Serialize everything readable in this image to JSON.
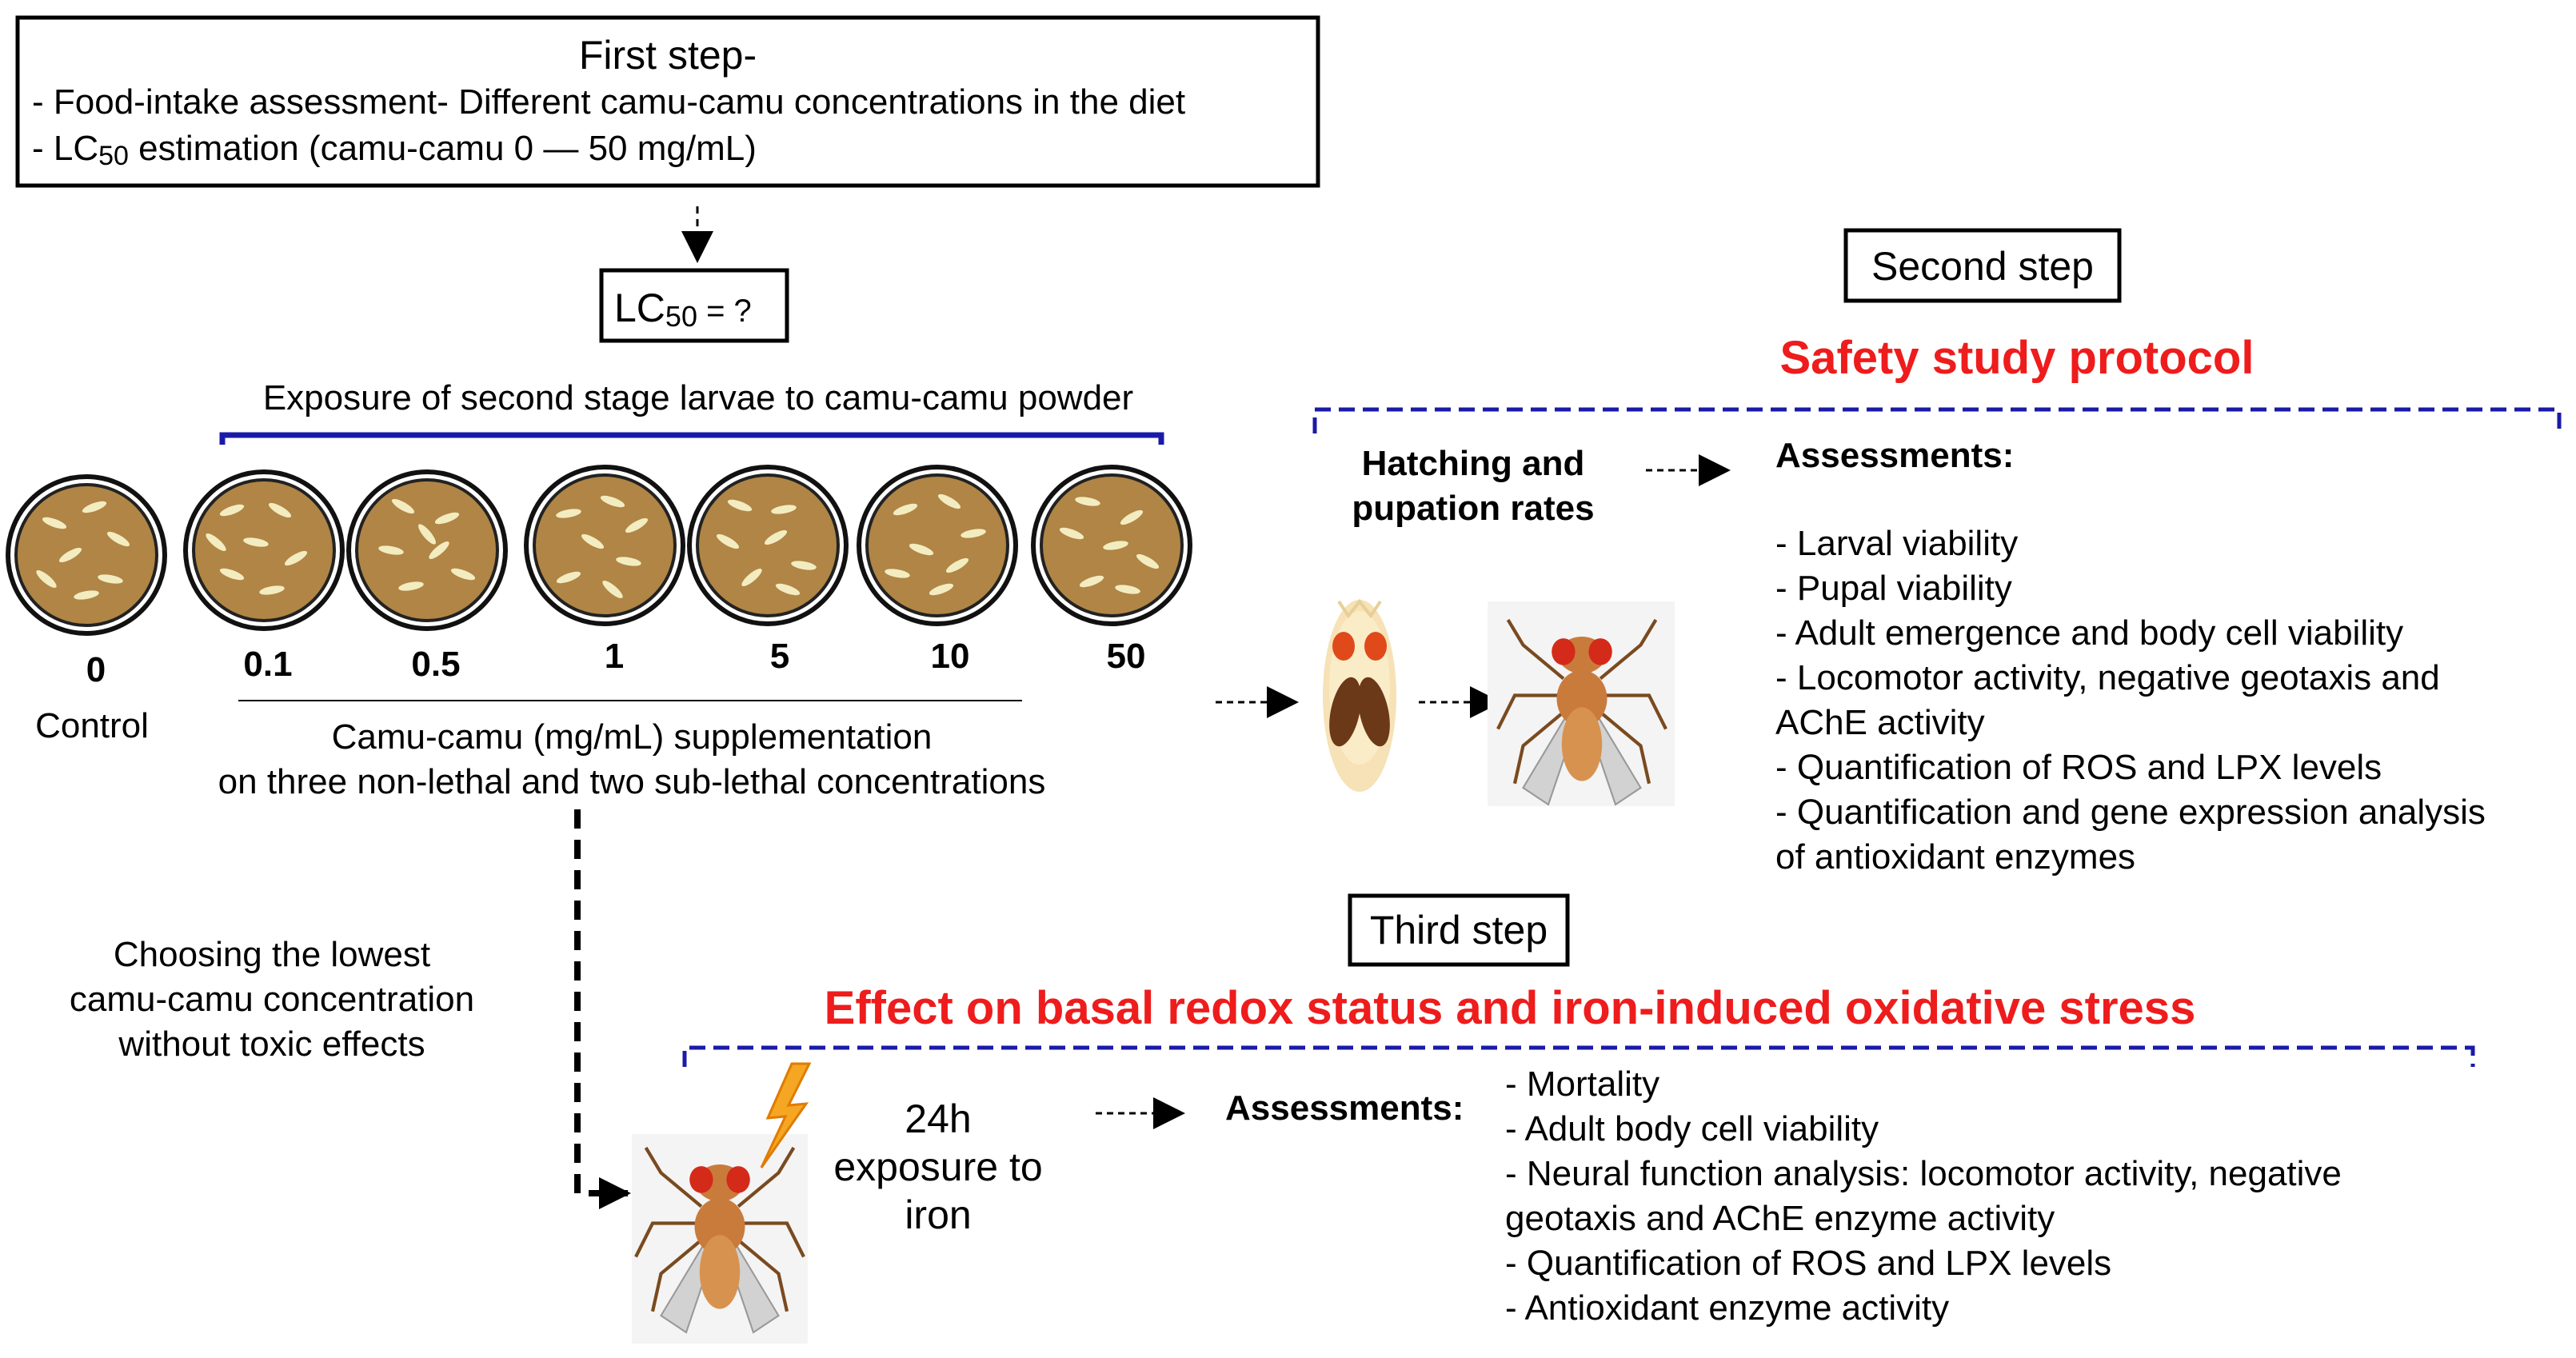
{
  "first_step": {
    "title": "First step-",
    "line1": "- Food-intake assessment- Different camu-camu concentrations in the diet",
    "line2_prefix": "- LC",
    "line2_sub": "50",
    "line2_suffix": " estimation (camu-camu 0 — 50 mg/mL)"
  },
  "lc50": {
    "prefix": "LC",
    "sub": "50",
    "suffix": " = ?"
  },
  "exposure_label": "Exposure of second stage larvae to camu-camu powder",
  "dishes": [
    {
      "value": "0"
    },
    {
      "value": "0.1"
    },
    {
      "value": "0.5"
    },
    {
      "value": "1"
    },
    {
      "value": "5"
    },
    {
      "value": "10"
    },
    {
      "value": "50"
    }
  ],
  "control_label": "Control",
  "supplementation": {
    "line1": "Camu-camu (mg/mL) supplementation",
    "line2": "on three non-lethal and two sub-lethal concentrations"
  },
  "choosing": {
    "line1": "Choosing the lowest",
    "line2": "camu-camu concentration",
    "line3": "without toxic effects"
  },
  "second_step": {
    "title": "Second step",
    "protocol": "Safety study protocol",
    "hatching_line1": "Hatching and",
    "hatching_line2": "pupation rates",
    "assessments_title": "Assessments:",
    "items": [
      "- Larval viability",
      "- Pupal viability",
      "- Adult emergence and body cell viability",
      "- Locomotor activity, negative geotaxis and",
      "AChE activity",
      "- Quantification of ROS and LPX levels",
      "- Quantification and gene expression analysis",
      "of antioxidant enzymes"
    ]
  },
  "third_step": {
    "title": "Third step",
    "effect": "Effect on basal redox status and iron-induced oxidative stress",
    "exposure_line1": "24h",
    "exposure_line2": "exposure to",
    "exposure_line3": "iron",
    "assessments_title": "Assessments:",
    "items": [
      "- Mortality",
      "- Adult body cell viability",
      "- Neural function analysis: locomotor activity, negative",
      "geotaxis and AChE enzyme activity",
      "- Quantification of ROS and LPX levels",
      "- Antioxidant enzyme activity"
    ]
  },
  "colors": {
    "red_heading": "#ee1c1c",
    "blue_bracket": "#1a1aa8",
    "dish_fill": "#b08545",
    "larva": "#f3ecc0",
    "lightning": "#f5a623"
  }
}
